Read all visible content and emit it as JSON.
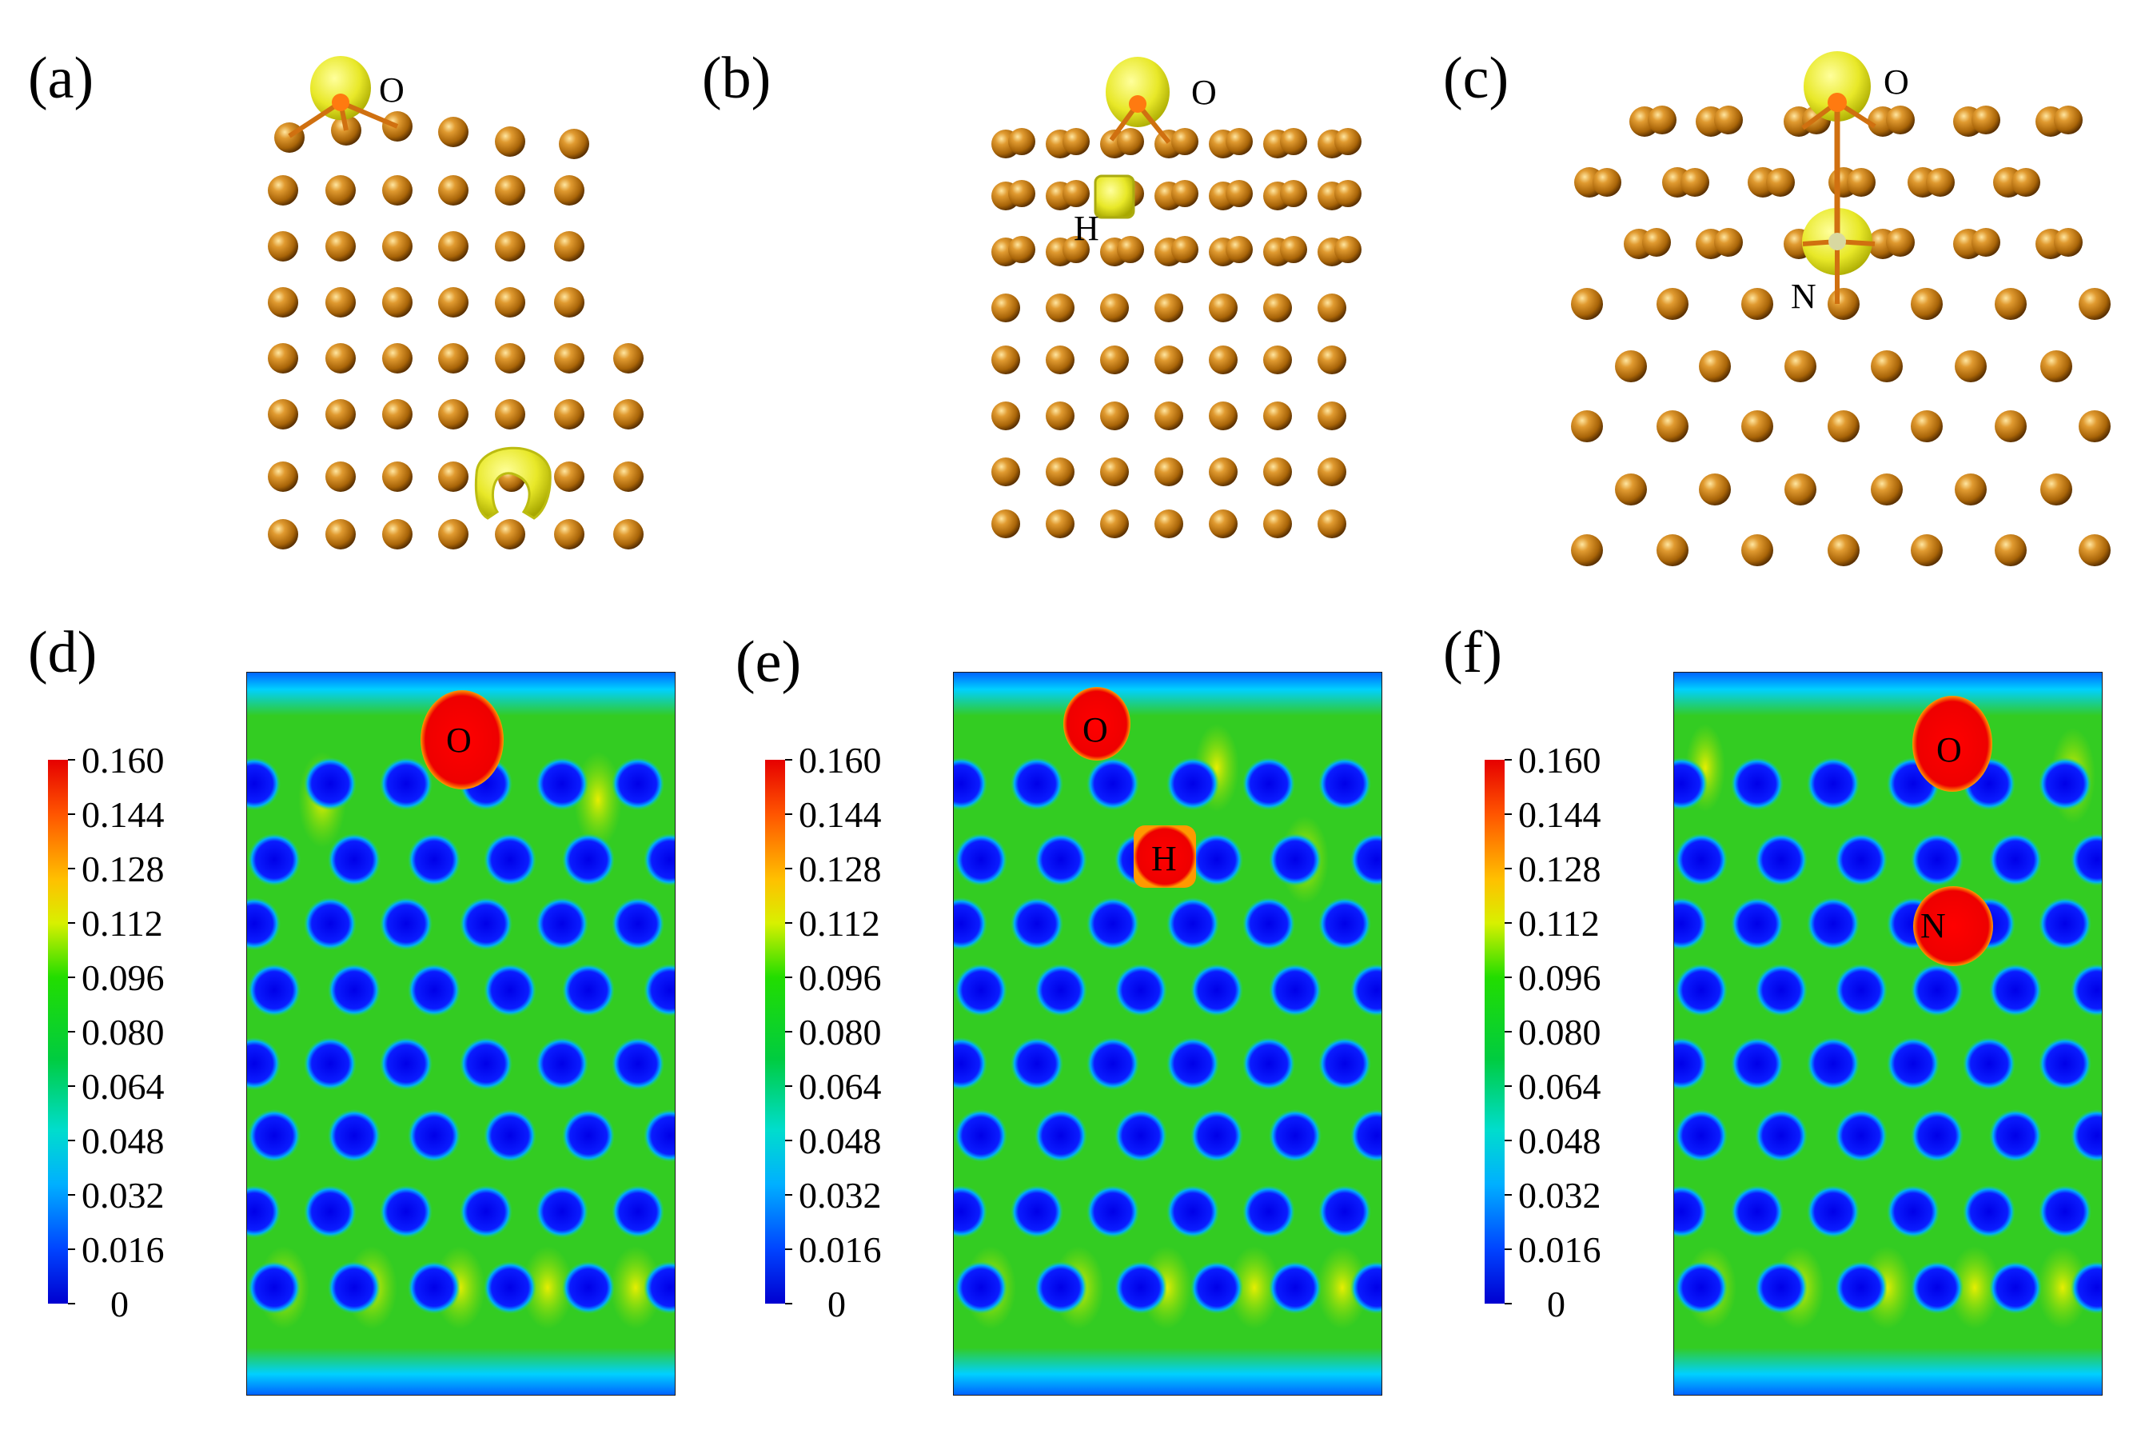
{
  "panels": [
    {
      "id": "a",
      "label": "(a)",
      "atoms": [
        "O"
      ]
    },
    {
      "id": "b",
      "label": "(b)",
      "atoms": [
        "O",
        "H"
      ]
    },
    {
      "id": "c",
      "label": "(c)",
      "atoms": [
        "O",
        "N"
      ]
    },
    {
      "id": "d",
      "label": "(d)",
      "atoms": [
        "O"
      ]
    },
    {
      "id": "e",
      "label": "(e)",
      "atoms": [
        "O",
        "H"
      ]
    },
    {
      "id": "f",
      "label": "(f)",
      "atoms": [
        "O",
        "N"
      ]
    }
  ],
  "colorbar": {
    "ticks": [
      "0.160",
      "0.144",
      "0.128",
      "0.112",
      "0.096",
      "0.080",
      "0.064",
      "0.048",
      "0.032",
      "0.016",
      "0"
    ],
    "colors": [
      "#e20000",
      "#ff6a00",
      "#ffd200",
      "#c8e800",
      "#00d000",
      "#00b060",
      "#00c8c8",
      "#00b4ff",
      "#0000e0"
    ]
  },
  "colors": {
    "copper_atom": "#c07810",
    "isosurface": "#eaea30",
    "map_background": "#33cc22",
    "map_low": "#0000ee",
    "map_high": "#ee0000"
  }
}
